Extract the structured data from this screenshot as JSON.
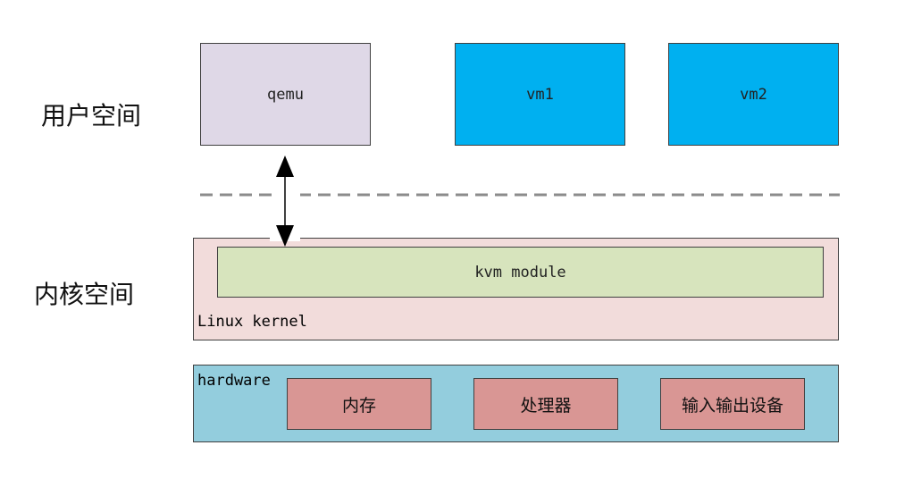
{
  "labels": {
    "user_space": "用户空间",
    "kernel_space": "内核空间"
  },
  "user_boxes": {
    "qemu": "qemu",
    "vm1": "vm1",
    "vm2": "vm2"
  },
  "kernel": {
    "module": "kvm module",
    "label": "Linux kernel"
  },
  "hardware": {
    "label": "hardware",
    "items": [
      "内存",
      "处理器",
      "输入输出设备"
    ]
  },
  "colors": {
    "qemu_fill": "#dfd8e7",
    "vm_fill": "#00b0f0",
    "kernel_fill": "#f2dcdb",
    "kvm_fill": "#d7e4bd",
    "hardware_fill": "#93cddd",
    "hardware_item_fill": "#d99694",
    "separator": "#8c8c8c"
  }
}
